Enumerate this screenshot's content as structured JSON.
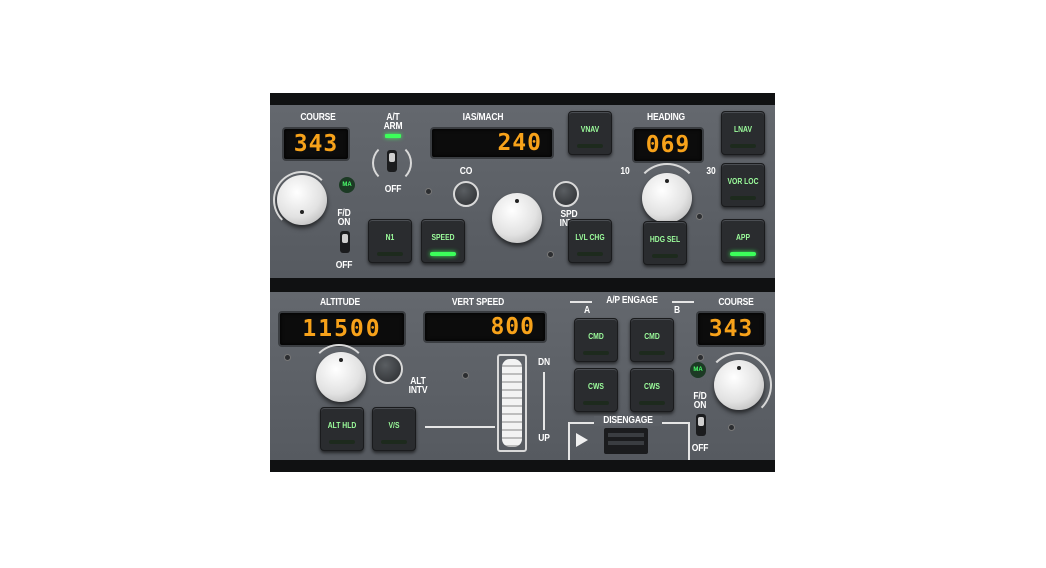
{
  "mcp_top": {
    "course_label": "COURSE",
    "course_value": "343",
    "at_arm_label_1": "A/T",
    "at_arm_label_2": "ARM",
    "off_label": "OFF",
    "fd_on_label_1": "F/D",
    "fd_on_label_2": "ON",
    "fd_off_label": "OFF",
    "ma_label": "MA",
    "ias_mach_label": "IAS/MACH",
    "ias_value": "240",
    "co_label": "CO",
    "spd_intv_label_1": "SPD",
    "spd_intv_label_2": "INTV",
    "heading_label": "HEADING",
    "heading_value": "069",
    "bank_10": "10",
    "bank_30": "30",
    "buttons": {
      "vnav": "VNAV",
      "n1": "N1",
      "speed": "SPEED",
      "lvl_chg": "LVL CHG",
      "hdg_sel": "HDG SEL",
      "lnav": "LNAV",
      "vor_loc": "VOR LOC",
      "app": "APP"
    }
  },
  "mcp_bottom": {
    "altitude_label": "ALTITUDE",
    "altitude_value": "11500",
    "alt_intv_label_1": "ALT",
    "alt_intv_label_2": "INTV",
    "vert_speed_label": "VERT SPEED",
    "vert_speed_value": "800",
    "dn_label": "DN",
    "up_label": "UP",
    "ap_engage_label": "A/P ENGAGE",
    "a_label": "A",
    "b_label": "B",
    "disengage_label": "DISENGAGE",
    "course_label": "COURSE",
    "course_value": "343",
    "ma_label": "MA",
    "fd_on_label_1": "F/D",
    "fd_on_label_2": "ON",
    "fd_off_label": "OFF",
    "buttons": {
      "alt_hld": "ALT HLD",
      "vs": "V/S",
      "cmd_a": "CMD",
      "cmd_b": "CMD",
      "cws_a": "CWS",
      "cws_b": "CWS"
    }
  },
  "colors": {
    "panel": "#5d6167",
    "display_digits": "#f7a21a",
    "button_text": "#9dff9d",
    "led_on": "#3cff5a"
  }
}
